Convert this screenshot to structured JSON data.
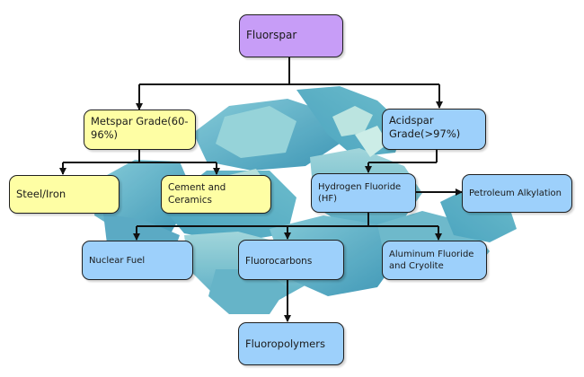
{
  "nodes": {
    "fluorspar": "Fluorspar",
    "metspar": "Metspar Grade(60-96%)",
    "acidspar": "Acidspar Grade(>97%)",
    "steel_iron": "Steel/Iron",
    "cement_ceramics": "Cement and Ceramics",
    "hydrogen_fluoride": "Hydrogen Fluoride (HF)",
    "petroleum_alkylation": "Petroleum Alkylation",
    "nuclear_fuel": "Nuclear Fuel",
    "fluorocarbons": "Fluorocarbons",
    "aluminum_fluoride": "Aluminum Fluoride and Cryolite",
    "fluoropolymers": "Fluoropolymers"
  },
  "colors": {
    "root": "#c79df7",
    "metspar_branch": "#fefea4",
    "acidspar_branch": "#9dd0fb",
    "background_mineral": "#4fa9c4"
  }
}
